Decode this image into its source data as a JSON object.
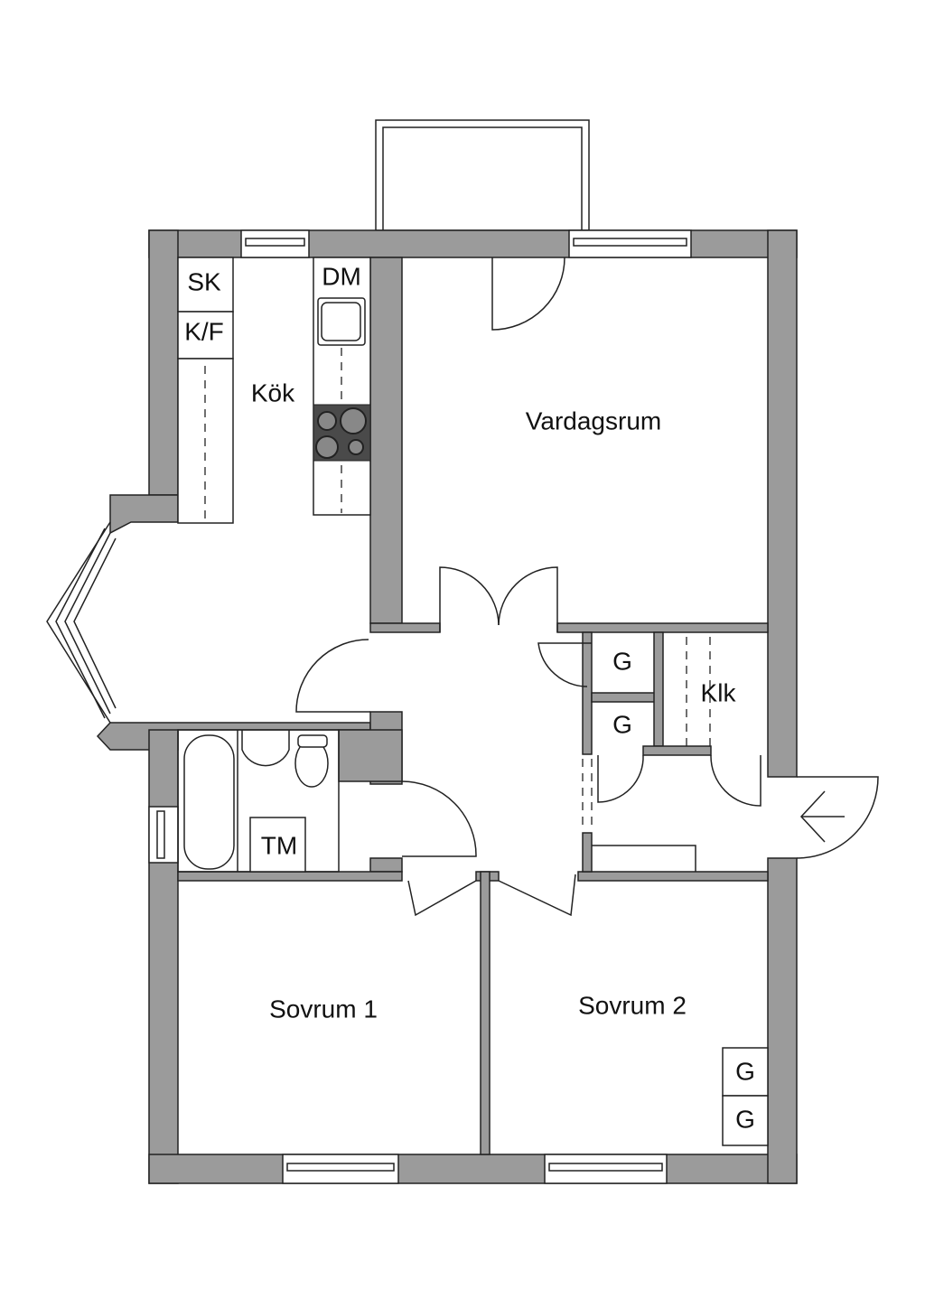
{
  "colors": {
    "wall": "#9b9b9b",
    "line": "#222222",
    "floor": "#ffffff",
    "stove": "#4a4a4a"
  },
  "rooms": {
    "kitchen": "Kök",
    "living_room": "Vardagsrum",
    "bedroom_1": "Sovrum 1",
    "bedroom_2": "Sovrum 2",
    "closet_walkin": "Klk"
  },
  "fixtures": {
    "freezer": "SK",
    "fridge_freezer": "K/F",
    "dishwasher": "DM",
    "washing_machine": "TM",
    "wardrobe_hall_1": "G",
    "wardrobe_hall_2": "G",
    "wardrobe_bedroom_1": "G",
    "wardrobe_bedroom_2": "G"
  },
  "icons": {
    "entrance": "arrow-left-icon"
  }
}
